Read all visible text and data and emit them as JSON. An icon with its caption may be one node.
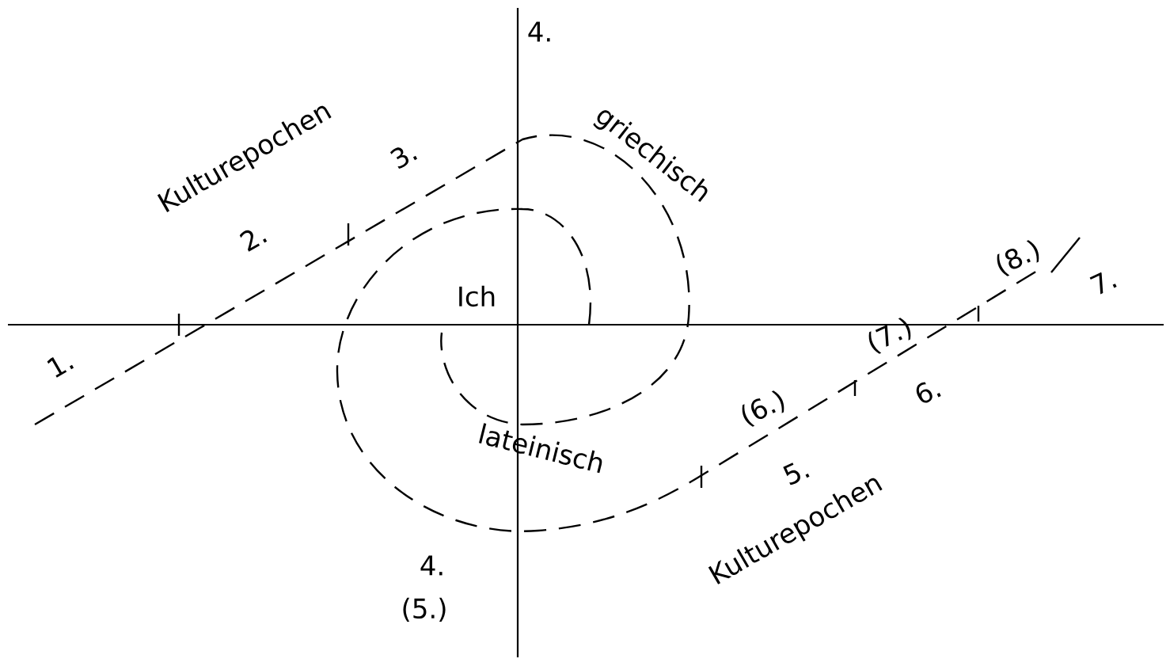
{
  "diagram": {
    "labels": [
      "4.",
      "Kulturepochen",
      "3.",
      "griechisch",
      "2.",
      "Ich",
      "1.",
      "(8.)",
      "7.",
      "(7.)",
      "(6.)",
      "6.",
      "lateinisch",
      "5.",
      "Kulturepochen",
      "4.",
      "(5.)"
    ]
  }
}
